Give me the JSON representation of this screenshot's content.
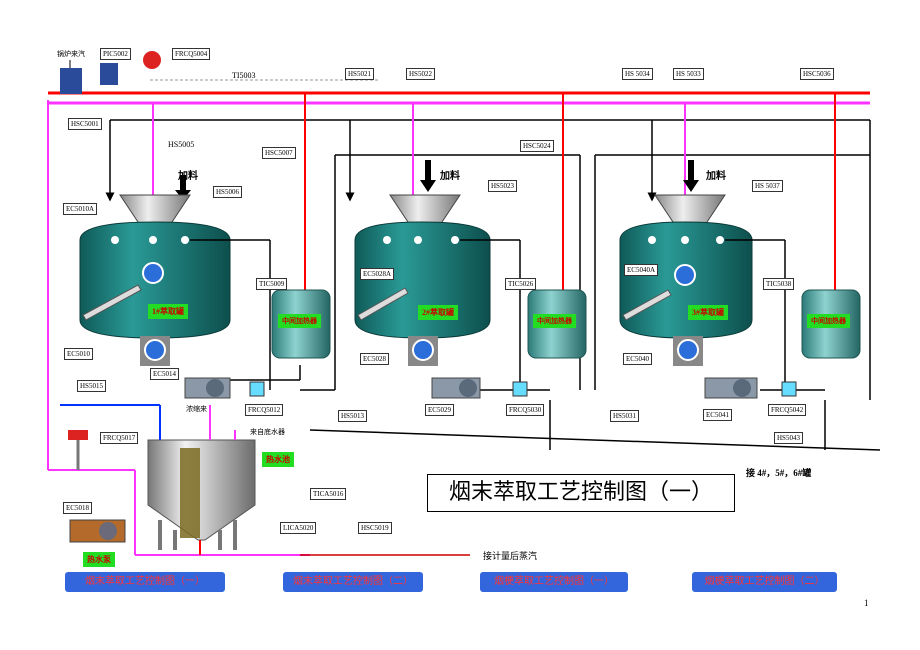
{
  "title": "烟末萃取工艺控制图（一）",
  "steam_inlet_label": "锅炉来汽",
  "feed_labels": [
    "加料",
    "加料",
    "加料"
  ],
  "instrument_tags": {
    "pic5002": "PIC5002",
    "frcq5004": "FRCQ5004",
    "ti5003": "TI5003",
    "hsc5001": "HSC5001",
    "hs5005": "HS5005",
    "hsc5007": "HSC5007",
    "hs5006": "HS5006",
    "ec5010a": "EC5010A",
    "tic5009": "TIC5009",
    "ec5010": "EC5010",
    "ec5014": "EC5014",
    "hs5015": "HS5015",
    "frcq5012": "FRCQ5012",
    "hs5013": "HS5013",
    "frcq5017": "FRCQ5017",
    "ec5018": "EC5018",
    "tica5016": "TICA5016",
    "lica5020": "LICA5020",
    "hsc5019": "HSC5019",
    "hs5021": "HS5021",
    "hs5022": "HS5022",
    "hsc5024": "HSC5024",
    "hs5023": "HS5023",
    "ec5028a": "EC5028A",
    "tic5026": "TIC5026",
    "ec5028": "EC5028",
    "ec5029": "EC5029",
    "frcq5030": "FRCQ5030",
    "hs5031": "HS5031",
    "hs5034": "HS 5034",
    "hs5033": "HS 5033",
    "hsc5036": "HSC5036",
    "hs5037": "HS 5037",
    "ec5040a": "EC5040A",
    "tic5038": "TIC5038",
    "ec5040": "EC5040",
    "ec5041": "EC5041",
    "frcq5042": "FRCQ5042",
    "hs5043": "HS5043"
  },
  "tank_labels": [
    "1#萃取罐",
    "2#萃取罐",
    "3#萃取罐"
  ],
  "heater_labels": [
    "中间加热器",
    "中间加热器",
    "中间加热器"
  ],
  "hot_water_tank": "热水池",
  "hot_water_pump": "热水泵",
  "concentrate_label": "浓缩来",
  "tap_water_label": "来自底水器",
  "next_tanks_label": "接 4#，5#，6#罐",
  "steam_note": "接计量后蒸汽",
  "nav": [
    "烟末萃取工艺控制图（一）",
    "烟末萃取工艺控制图（二）",
    "烟梗萃取工艺控制图（一）",
    "烟梗萃取工艺控制图（二）"
  ],
  "page_number": "1",
  "colors": {
    "steam": "#ff0000",
    "water": "#ff33ff",
    "tank": "#1f7a78",
    "nav": "#3366dd",
    "label": "#22dd22"
  }
}
